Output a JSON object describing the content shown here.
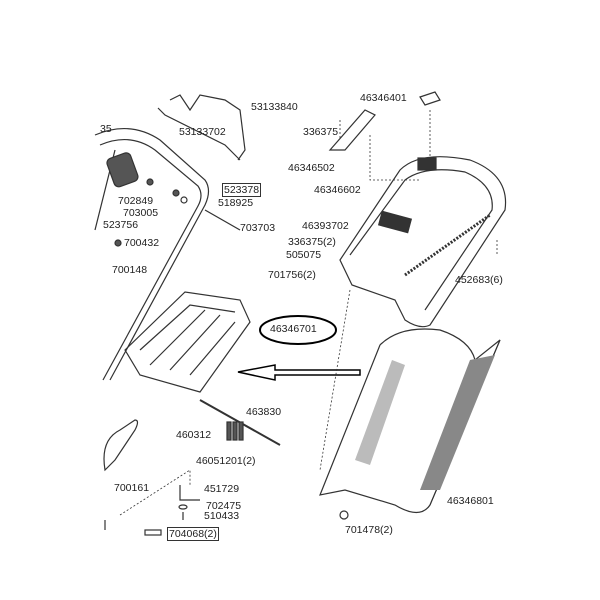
{
  "labels": {
    "p53133840": "53133840",
    "p53133702": "53133702",
    "p35": "35",
    "p523378": "523378",
    "p518925": "518925",
    "p702849": "702849",
    "p703005": "703005",
    "p703703": "703703",
    "p523756": "523756",
    "p700432": "700432",
    "p700148": "700148",
    "p46346401": "46346401",
    "p336375": "336375",
    "p46346502": "46346502",
    "p46346602": "46346602",
    "p46393702": "46393702",
    "p336375_2": "336375(2)",
    "p505075": "505075",
    "p701756_2": "701756(2)",
    "p452683_6": "452683(6)",
    "p46346701": "46346701",
    "p463830": "463830",
    "p460312": "460312",
    "p46051201_2": "46051201(2)",
    "p451729": "451729",
    "p702475": "702475",
    "p510433": "510433",
    "p704068_2": "704068(2)",
    "p700161": "700161",
    "p46346801": "46346801",
    "p701478_2": "701478(2)"
  }
}
